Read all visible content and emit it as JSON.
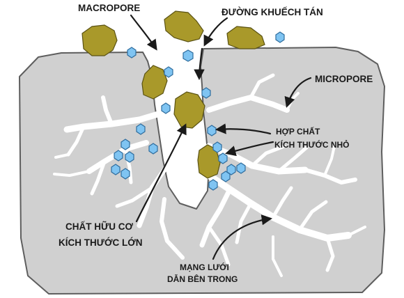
{
  "labels": {
    "macropore": "MACROPORE",
    "duong_khuech_tan": "ĐƯỜNG KHUẾCH TÁN",
    "micropore": "MICROPORE",
    "hop_chat_line1": "HỢP CHẤT",
    "hop_chat_line2": "KÍCH THƯỚC NHỎ",
    "chat_huu_co_line1": "CHẤT HỮU CƠ",
    "chat_huu_co_line2": "KÍCH THƯỚC LỚN",
    "mang_luoi_line1": "MẠNG LƯỚI",
    "mang_luoi_line2": "DẪN BÊN TRONG"
  },
  "colors": {
    "solid": "#d0d0d0",
    "outline": "#5e5e5e",
    "pore": "#ffffff",
    "large_organic": "#a9992a",
    "small_compound": "#7fc4f2",
    "arrow": "#1a1a1a"
  },
  "icons": {
    "large_organic": "olive-blob",
    "small_compound": "blue-hexagon"
  }
}
